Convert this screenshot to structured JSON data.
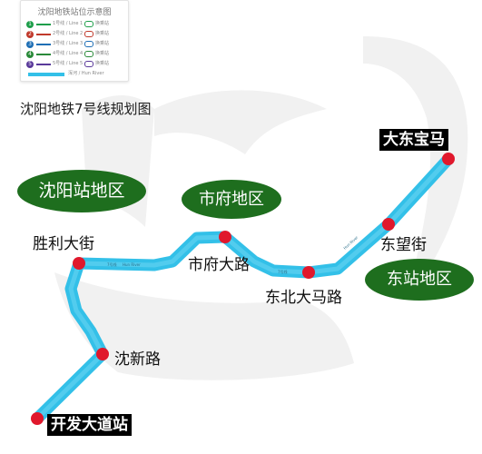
{
  "legend": {
    "title": "沈阳地铁站位示意图",
    "rows": [
      {
        "num": "1",
        "color": "#1e9e4a",
        "label": "1号线 / Line 1",
        "ring_label": "换乘站"
      },
      {
        "num": "2",
        "color": "#c0392b",
        "label": "2号线 / Line 2",
        "ring_label": "换乘站"
      },
      {
        "num": "3",
        "color": "#1f6fb5",
        "label": "3号线 / Line 3",
        "ring_label": "换乘站"
      },
      {
        "num": "4",
        "color": "#2a8a3a",
        "label": "4号线 / Line 4",
        "ring_label": "换乘站"
      },
      {
        "num": "5",
        "color": "#5a3a9a",
        "label": "5号线 / Line 5",
        "ring_label": "换乘站"
      }
    ],
    "river_label": "浑河 / Hun River"
  },
  "map_title": "沈阳地铁7号线规划图",
  "line": {
    "color": "#33c0e8",
    "segment_labels": [
      "7号线",
      "Hun River",
      "7号线",
      "Hun River"
    ]
  },
  "districts": {
    "shenyang_station": "沈阳站地区",
    "shifu": "市府地区",
    "dongzhan": "东站地区"
  },
  "stations": {
    "dadong_baoma": "大东宝马",
    "dongwang_jie": "东望街",
    "dongbei_dalu": "东北大马路",
    "shifu_dalu": "市府大路",
    "shengli_dajie": "胜利大街",
    "shenxin_lu": "沈新路",
    "kaifa_dadao": "开发大道站"
  },
  "colors": {
    "line": "#33c0e8",
    "station_dot": "#e0182c",
    "district_green": "#1e6e1e",
    "terminal_bg": "#000000"
  }
}
